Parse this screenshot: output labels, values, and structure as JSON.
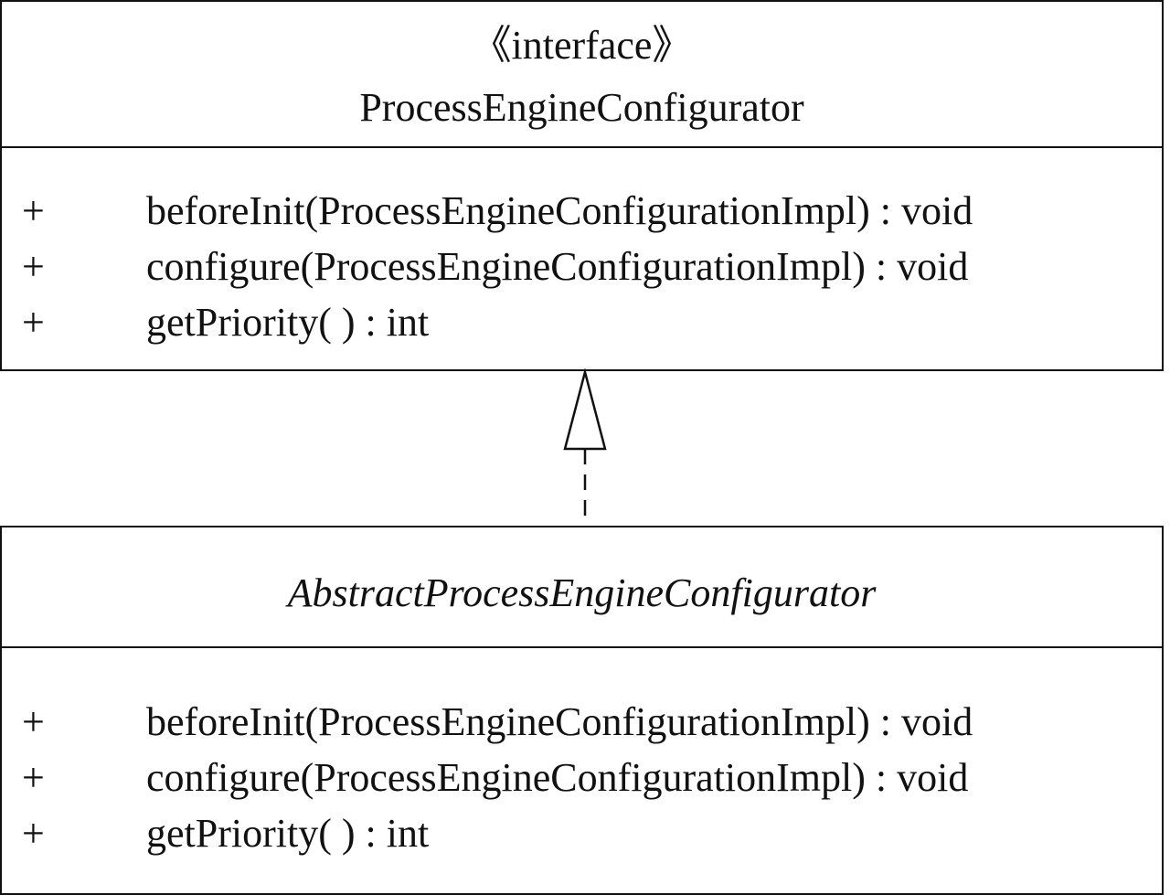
{
  "interface_class": {
    "stereotype": "《interface》",
    "name": "ProcessEngineConfigurator",
    "operations": [
      {
        "visibility": "+",
        "signature": "beforeInit(ProcessEngineConfigurationImpl) : void"
      },
      {
        "visibility": "+",
        "signature": "configure(ProcessEngineConfigurationImpl) : void"
      },
      {
        "visibility": "+",
        "signature": "getPriority( ) : int"
      }
    ]
  },
  "abstract_class": {
    "name": "AbstractProcessEngineConfigurator",
    "operations": [
      {
        "visibility": "+",
        "signature": "beforeInit(ProcessEngineConfigurationImpl) : void"
      },
      {
        "visibility": "+",
        "signature": "configure(ProcessEngineConfigurationImpl) : void"
      },
      {
        "visibility": "+",
        "signature": "getPriority( ) : int"
      }
    ]
  },
  "relationship": {
    "type": "realization",
    "line_color": "#111111"
  }
}
